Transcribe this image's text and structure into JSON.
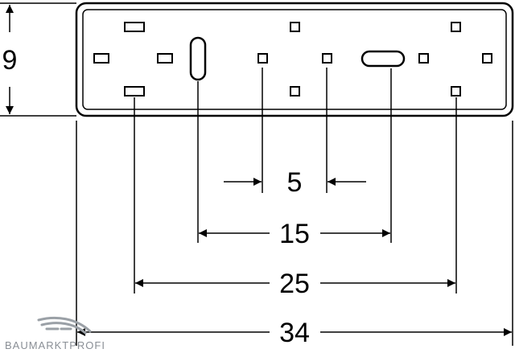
{
  "diagram": {
    "labels": {
      "height": "9",
      "slot_spacing": "5",
      "oval_spacing": "15",
      "outer_slot_spacing": "25",
      "total_width": "34"
    }
  },
  "watermark": {
    "text": "BAUMARKTPROFI",
    "logo": "car-roof-logo-icon"
  },
  "colors": {
    "line": "#000000",
    "background": "#ffffff",
    "watermark": "#8a8f96"
  }
}
